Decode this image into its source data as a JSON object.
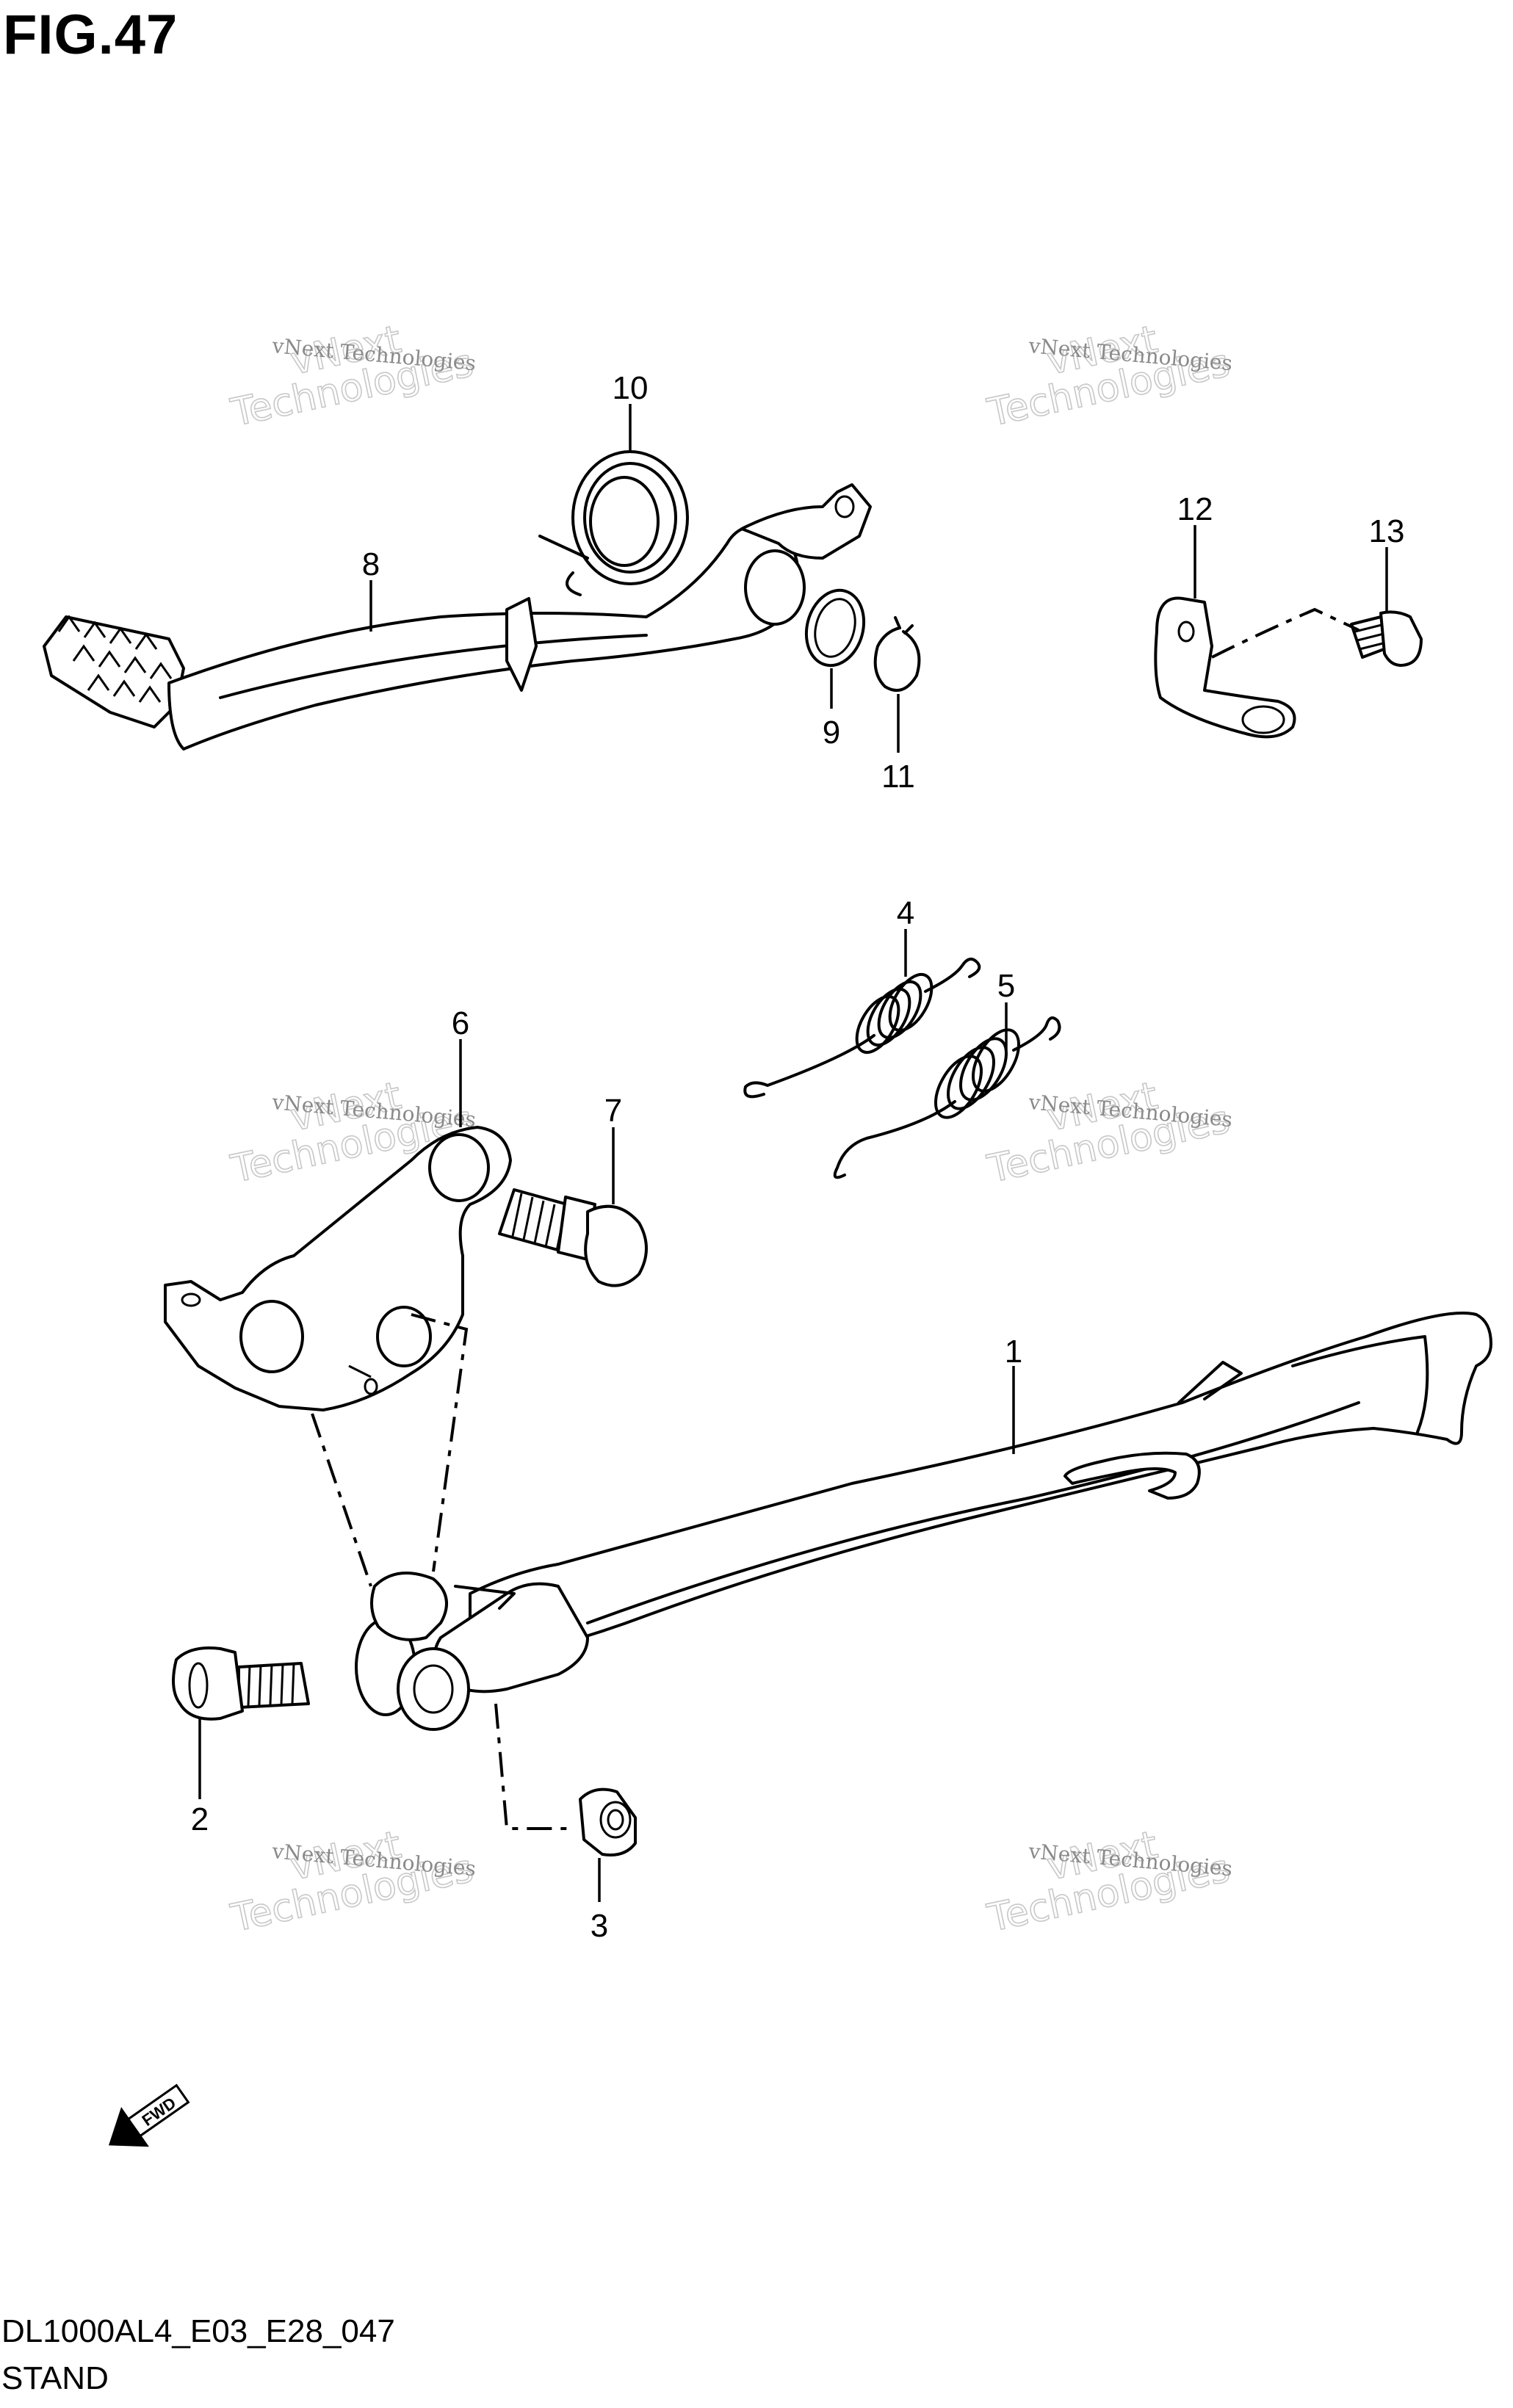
{
  "figure": {
    "title": "FIG.47",
    "code": "DL1000AL4_E03_E28_047",
    "caption": "STAND"
  },
  "watermark": {
    "line1": "vNext Technologies",
    "line2": "vNext",
    "line3": "Technologies"
  },
  "fwd_label": "FWD",
  "callouts": [
    {
      "id": "1",
      "label": "1"
    },
    {
      "id": "2",
      "label": "2"
    },
    {
      "id": "3",
      "label": "3"
    },
    {
      "id": "4",
      "label": "4"
    },
    {
      "id": "5",
      "label": "5"
    },
    {
      "id": "6",
      "label": "6"
    },
    {
      "id": "7",
      "label": "7"
    },
    {
      "id": "8",
      "label": "8"
    },
    {
      "id": "9",
      "label": "9"
    },
    {
      "id": "10",
      "label": "10"
    },
    {
      "id": "11",
      "label": "11"
    },
    {
      "id": "12",
      "label": "12"
    },
    {
      "id": "13",
      "label": "13"
    }
  ]
}
